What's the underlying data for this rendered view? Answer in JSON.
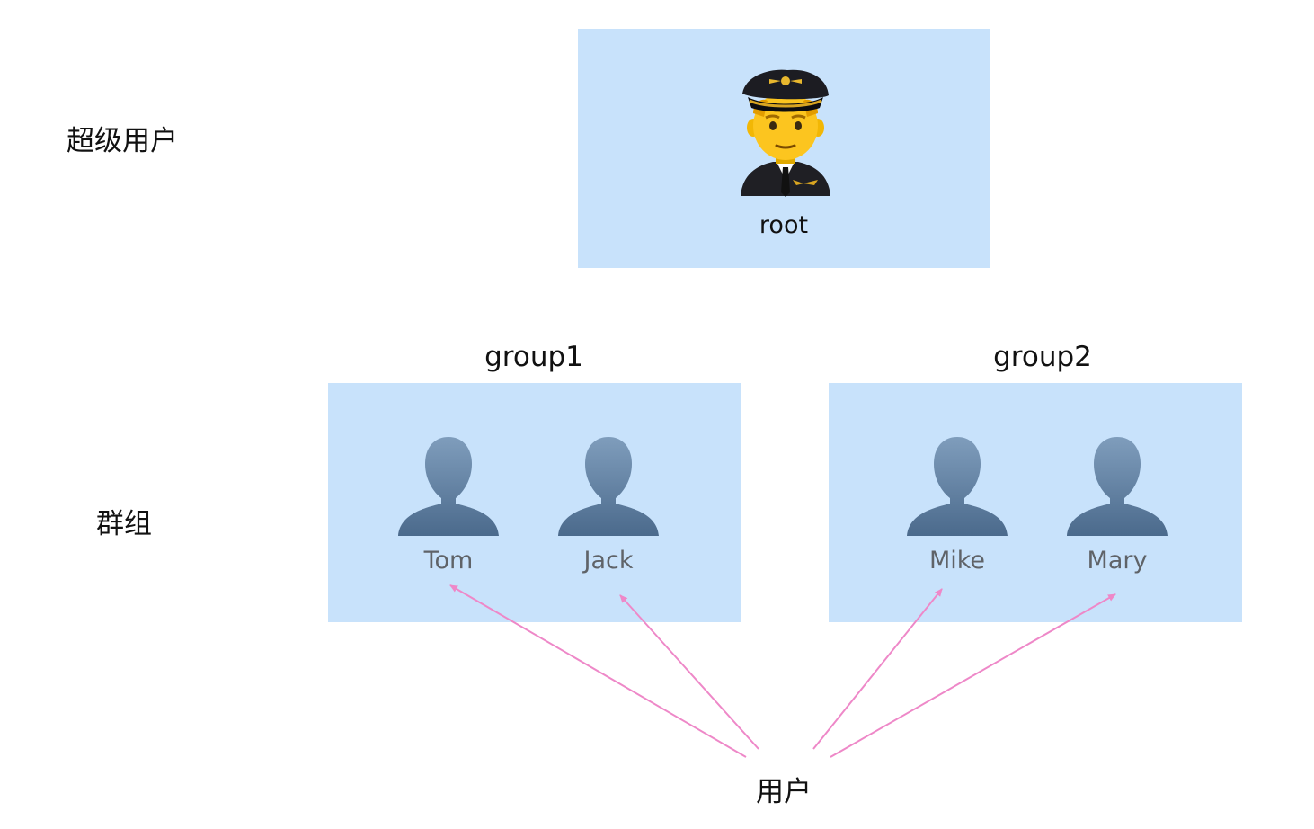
{
  "labels": {
    "superuser": "超级用户",
    "group": "群组",
    "user": "用户"
  },
  "root": {
    "name": "root",
    "icon": "pilot-icon"
  },
  "groups": [
    {
      "title": "group1",
      "users": [
        {
          "name": "Tom",
          "icon": "user-silhouette-icon"
        },
        {
          "name": "Jack",
          "icon": "user-silhouette-icon"
        }
      ]
    },
    {
      "title": "group2",
      "users": [
        {
          "name": "Mike",
          "icon": "user-silhouette-icon"
        },
        {
          "name": "Mary",
          "icon": "user-silhouette-icon"
        }
      ]
    }
  ],
  "colors": {
    "box_fill": "#c8e2fb",
    "arrow": "#ee88c8",
    "user_label": "#5f6368"
  }
}
